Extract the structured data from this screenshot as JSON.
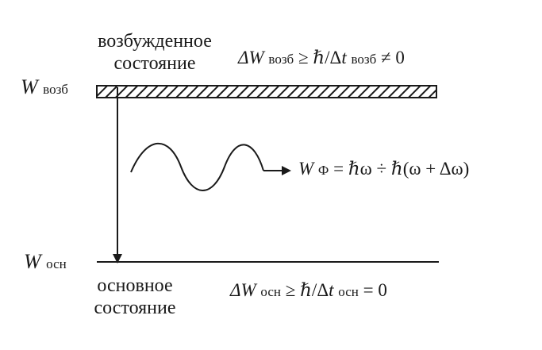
{
  "excited_label": [
    "возбужденное",
    "состояние"
  ],
  "ground_label": [
    "основное",
    "состояние"
  ],
  "excited_level": {
    "symbol": "W",
    "subscript": "возб"
  },
  "ground_level": {
    "symbol": "W",
    "subscript": "осн"
  },
  "excited_uncertainty": {
    "lhs": "ΔW",
    "lhs_sub": "возб",
    "relation": "≥ ℏ/Δ",
    "t": "t",
    "t_sub": "возб",
    "rhs": "≠ 0"
  },
  "ground_uncertainty": {
    "lhs": "ΔW",
    "lhs_sub": "осн",
    "relation": "≥ ℏ/Δ",
    "t": "t",
    "t_sub": "осн",
    "rhs": "= 0"
  },
  "photon_energy": {
    "symbol": "W",
    "subscript": "Ф",
    "expression": "= ℏω ÷ ℏ(ω + Δω)"
  },
  "colors": {
    "ink": "#1a1a1a",
    "background": "#ffffff"
  }
}
